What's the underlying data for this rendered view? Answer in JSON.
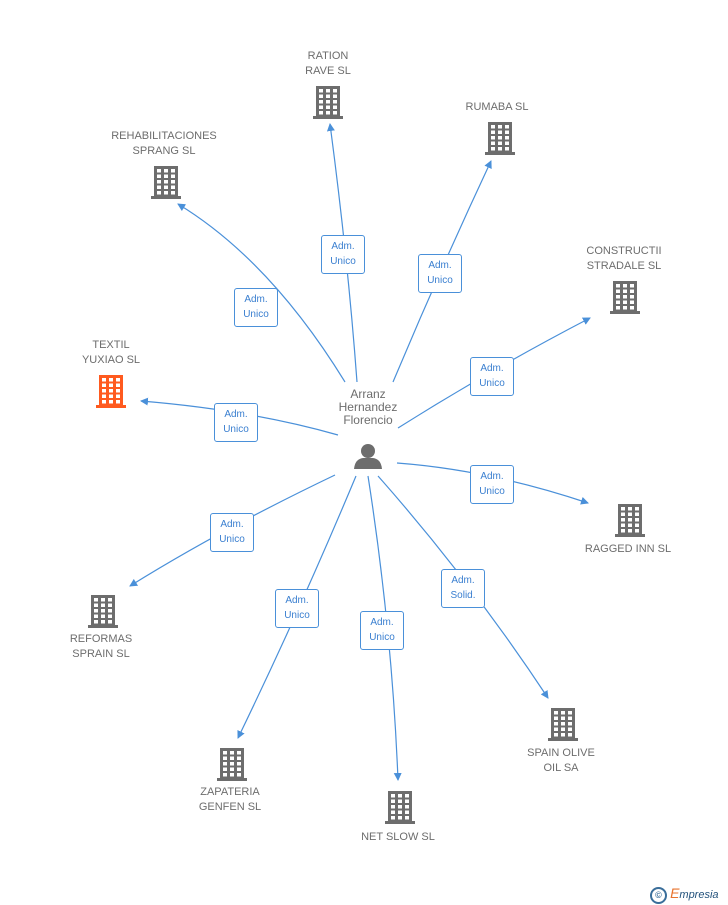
{
  "center": {
    "name": "Arranz\nHernandez\nFlorencio",
    "icon": "person-icon"
  },
  "colors": {
    "edge": "#4a90d9",
    "building": "#6d6d6d",
    "highlight": "#ff5a1f"
  },
  "nodes": [
    {
      "id": "ration",
      "label": "RATION\nRAVE SL",
      "edge_label": "Adm.\nUnico",
      "icon": "building-icon",
      "highlight": false
    },
    {
      "id": "rumaba",
      "label": "RUMABA SL",
      "edge_label": "Adm.\nUnico",
      "icon": "building-icon",
      "highlight": false
    },
    {
      "id": "rehabilitaciones",
      "label": "REHABILITACIONES\nSPRANG SL",
      "edge_label": "Adm.\nUnico",
      "icon": "building-icon",
      "highlight": false
    },
    {
      "id": "constructii",
      "label": "CONSTRUCTII\nSTRADALE SL",
      "edge_label": "Adm.\nUnico",
      "icon": "building-icon",
      "highlight": false
    },
    {
      "id": "textil",
      "label": "TEXTIL\nYUXIAO SL",
      "edge_label": "Adm.\nUnico",
      "icon": "building-icon",
      "highlight": true
    },
    {
      "id": "ragged",
      "label": "RAGGED INN SL",
      "edge_label": "Adm.\nUnico",
      "icon": "building-icon",
      "highlight": false
    },
    {
      "id": "reformas",
      "label": "REFORMAS\nSPRAIN SL",
      "edge_label": "Adm.\nUnico",
      "icon": "building-icon",
      "highlight": false
    },
    {
      "id": "spain",
      "label": "SPAIN OLIVE\nOIL SA",
      "edge_label": "Adm.\nSolid.",
      "icon": "building-icon",
      "highlight": false
    },
    {
      "id": "zapateria",
      "label": "ZAPATERIA\nGENFEN SL",
      "edge_label": "Adm.\nUnico",
      "icon": "building-icon",
      "highlight": false
    },
    {
      "id": "netslow",
      "label": "NET SLOW SL",
      "edge_label": "Adm.\nUnico",
      "icon": "building-icon",
      "highlight": false
    }
  ],
  "brand": {
    "copyright": "©",
    "name_initial": "E",
    "name_rest": "mpresia"
  }
}
